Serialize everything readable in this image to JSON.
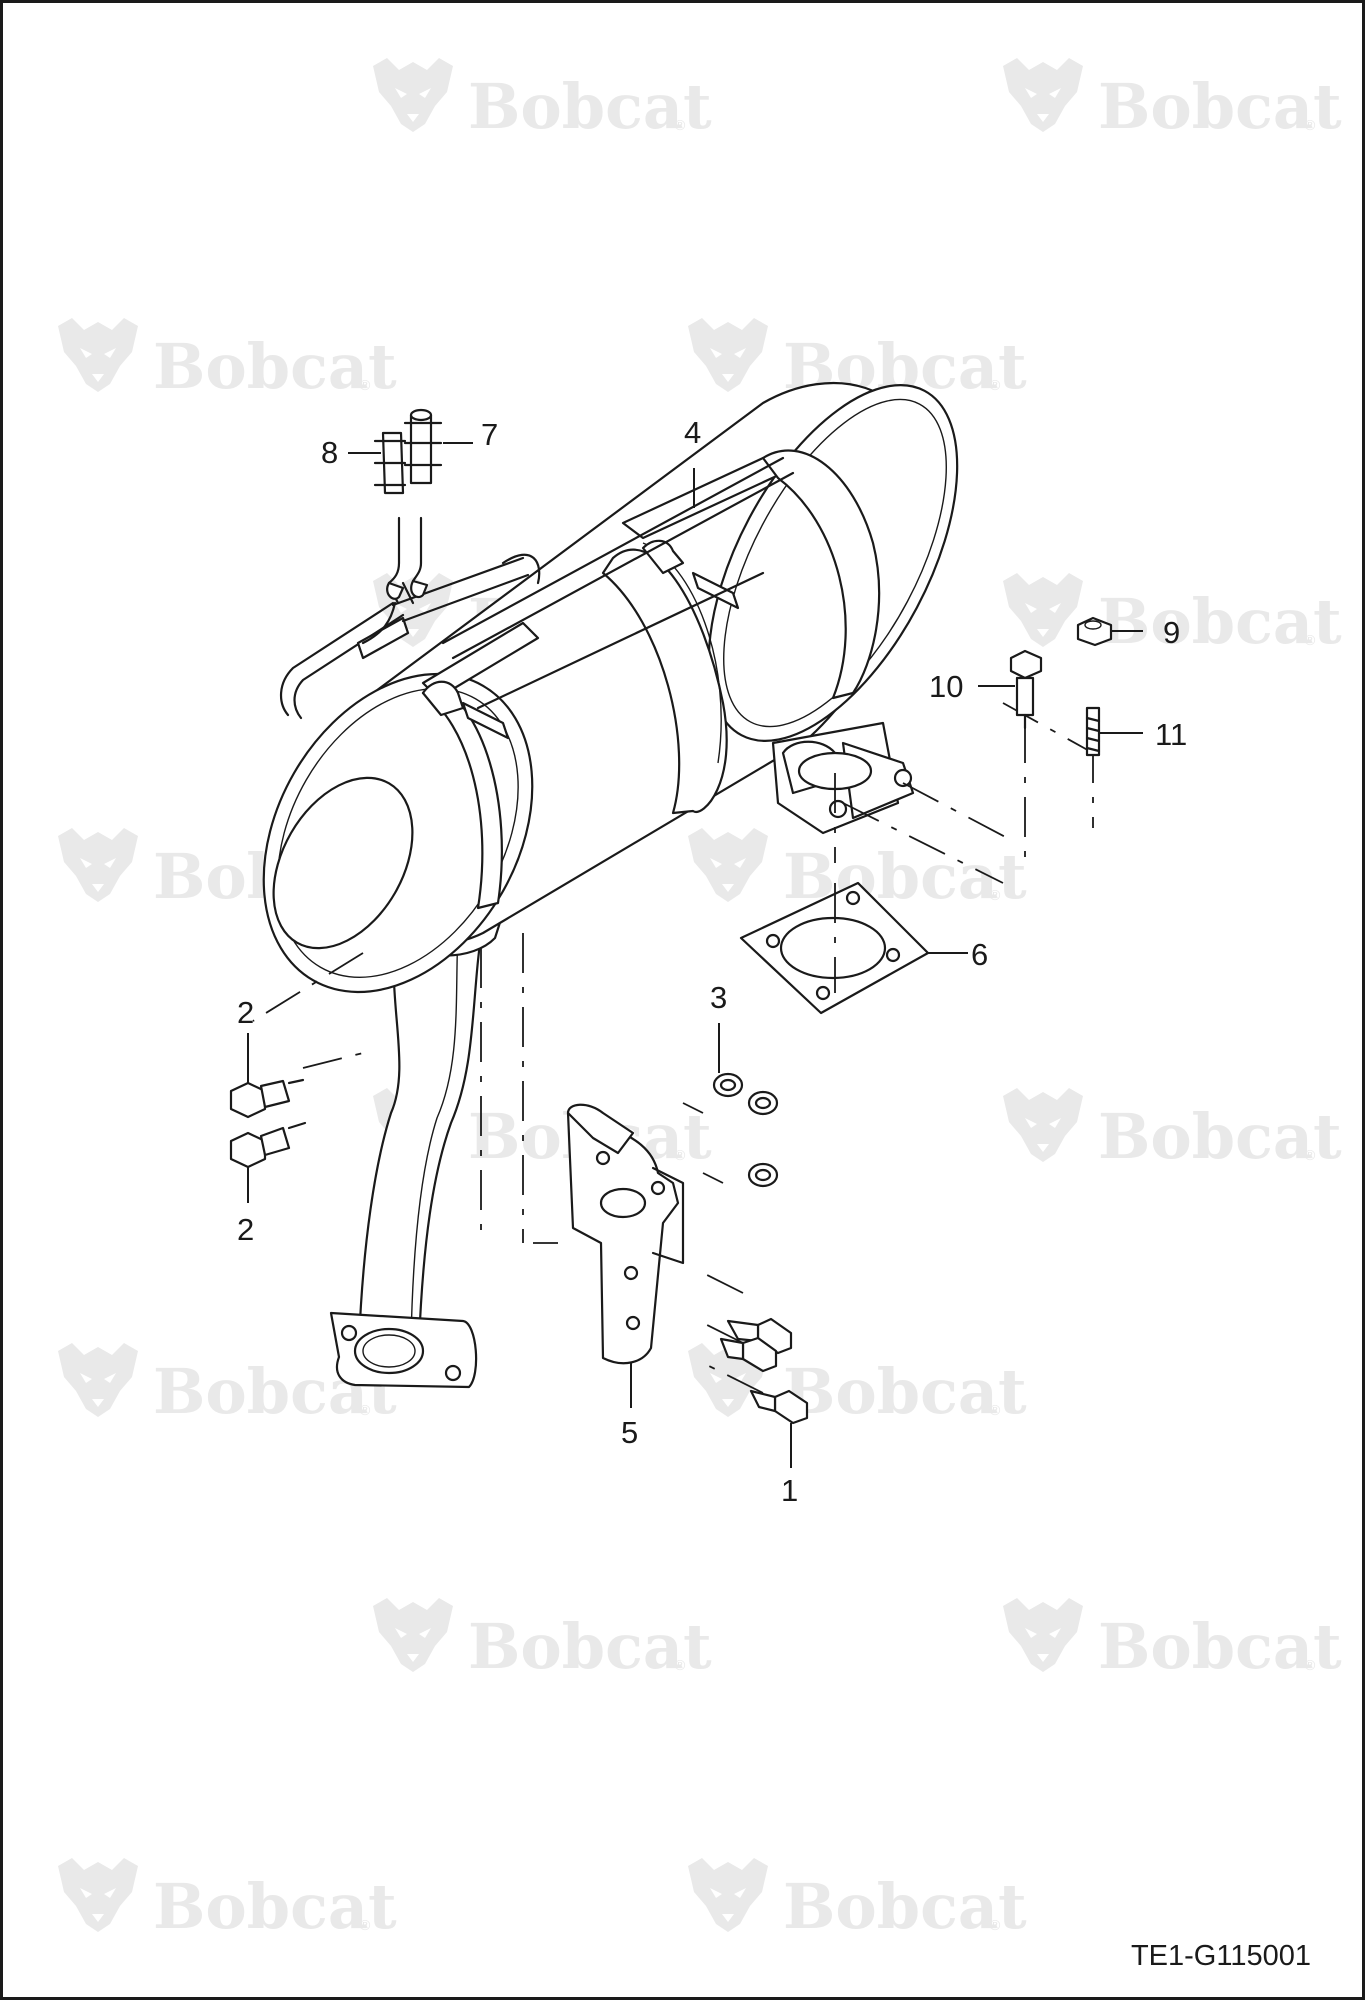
{
  "drawing_code": "TE1-G115001",
  "watermark": {
    "text": "Bobcat",
    "reg_mark": "®",
    "icon": "bobcat-head-icon"
  },
  "callouts": {
    "c1": "1",
    "c2a": "2",
    "c2b": "2",
    "c3": "3",
    "c4": "4",
    "c5": "5",
    "c6": "6",
    "c7": "7",
    "c8": "8",
    "c9": "9",
    "c10": "10",
    "c11": "11"
  },
  "colors": {
    "line": "#1a1a1a",
    "watermark": "#e9e9e9",
    "background": "#ffffff"
  }
}
